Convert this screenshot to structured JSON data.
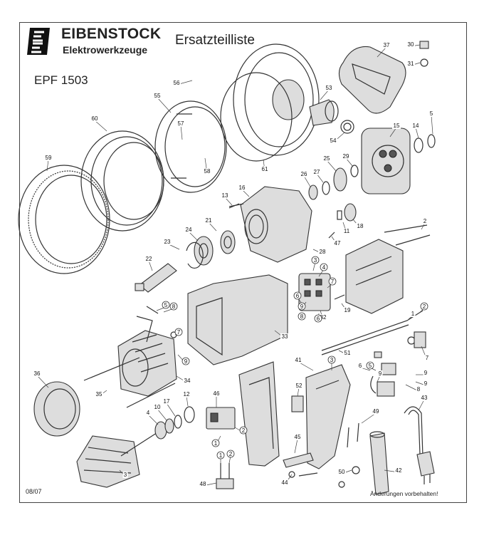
{
  "header": {
    "brand_name": "EIBENSTOCK",
    "brand_subtitle": "Elektrowerkzeuge",
    "list_title": "Ersatzteilliste",
    "model": "EPF 1503"
  },
  "footer": {
    "date": "08/07",
    "note": "Änderungen vorbehalten!"
  },
  "callouts": [
    {
      "id": "c1",
      "label": "30"
    },
    {
      "id": "c2",
      "label": "37"
    },
    {
      "id": "c3",
      "label": "31"
    },
    {
      "id": "c4",
      "label": "56"
    },
    {
      "id": "c5",
      "label": "53"
    },
    {
      "id": "c6",
      "label": "55"
    },
    {
      "id": "c7",
      "label": "54"
    },
    {
      "id": "c8",
      "label": "5"
    },
    {
      "id": "c9",
      "label": "60"
    },
    {
      "id": "c10",
      "label": "57"
    },
    {
      "id": "c11",
      "label": "15"
    },
    {
      "id": "c12",
      "label": "14"
    },
    {
      "id": "c13",
      "label": "58"
    },
    {
      "id": "c14",
      "label": "29"
    },
    {
      "id": "c15",
      "label": "25"
    },
    {
      "id": "c16",
      "label": "59"
    },
    {
      "id": "c17",
      "label": "61"
    },
    {
      "id": "c18",
      "label": "26"
    },
    {
      "id": "c19",
      "label": "27"
    },
    {
      "id": "c20",
      "label": "13"
    },
    {
      "id": "c21",
      "label": "16"
    },
    {
      "id": "c22",
      "label": "2"
    },
    {
      "id": "c23",
      "label": "21"
    },
    {
      "id": "c24",
      "label": "24"
    },
    {
      "id": "c25",
      "label": "11"
    },
    {
      "id": "c26",
      "label": "18"
    },
    {
      "id": "c27",
      "label": "23"
    },
    {
      "id": "c28",
      "label": "47"
    },
    {
      "id": "c29",
      "label": "28"
    },
    {
      "id": "c30",
      "label": "22"
    },
    {
      "id": "c31",
      "label": "3"
    },
    {
      "id": "c32",
      "label": "4"
    },
    {
      "id": "c33",
      "label": "7"
    },
    {
      "id": "c34",
      "label": "6"
    },
    {
      "id": "c35",
      "label": "19"
    },
    {
      "id": "c36",
      "label": "32"
    },
    {
      "id": "c37",
      "label": "9"
    },
    {
      "id": "c38",
      "label": "8"
    },
    {
      "id": "c39",
      "label": "6"
    },
    {
      "id": "c40",
      "label": "2"
    },
    {
      "id": "c41",
      "label": "5"
    },
    {
      "id": "c42",
      "label": "8"
    },
    {
      "id": "c43",
      "label": "7"
    },
    {
      "id": "c44",
      "label": "1"
    },
    {
      "id": "c45",
      "label": "33"
    },
    {
      "id": "c46",
      "label": "51"
    },
    {
      "id": "c47",
      "label": "9"
    },
    {
      "id": "c48",
      "label": "7"
    },
    {
      "id": "c49",
      "label": "41"
    },
    {
      "id": "c50",
      "label": "6"
    },
    {
      "id": "c51",
      "label": "5"
    },
    {
      "id": "c52",
      "label": "9"
    },
    {
      "id": "c53",
      "label": "8"
    },
    {
      "id": "c54",
      "label": "9"
    },
    {
      "id": "c55",
      "label": "3"
    },
    {
      "id": "c56",
      "label": "36"
    },
    {
      "id": "c57",
      "label": "34"
    },
    {
      "id": "c58",
      "label": "35"
    },
    {
      "id": "c59",
      "label": "52"
    },
    {
      "id": "c60",
      "label": "43"
    },
    {
      "id": "c61",
      "label": "46"
    },
    {
      "id": "c62",
      "label": "10"
    },
    {
      "id": "c63",
      "label": "17"
    },
    {
      "id": "c64",
      "label": "12"
    },
    {
      "id": "c65",
      "label": "4"
    },
    {
      "id": "c66",
      "label": "49"
    },
    {
      "id": "c67",
      "label": "2"
    },
    {
      "id": "c68",
      "label": "1"
    },
    {
      "id": "c69",
      "label": "45"
    },
    {
      "id": "c70",
      "label": "42"
    },
    {
      "id": "c71",
      "label": "1"
    },
    {
      "id": "c72",
      "label": "2"
    },
    {
      "id": "c73",
      "label": "50"
    },
    {
      "id": "c74",
      "label": "3"
    },
    {
      "id": "c75",
      "label": "44"
    },
    {
      "id": "c76",
      "label": "48"
    },
    {
      "id": "c77",
      "label": "9"
    }
  ]
}
